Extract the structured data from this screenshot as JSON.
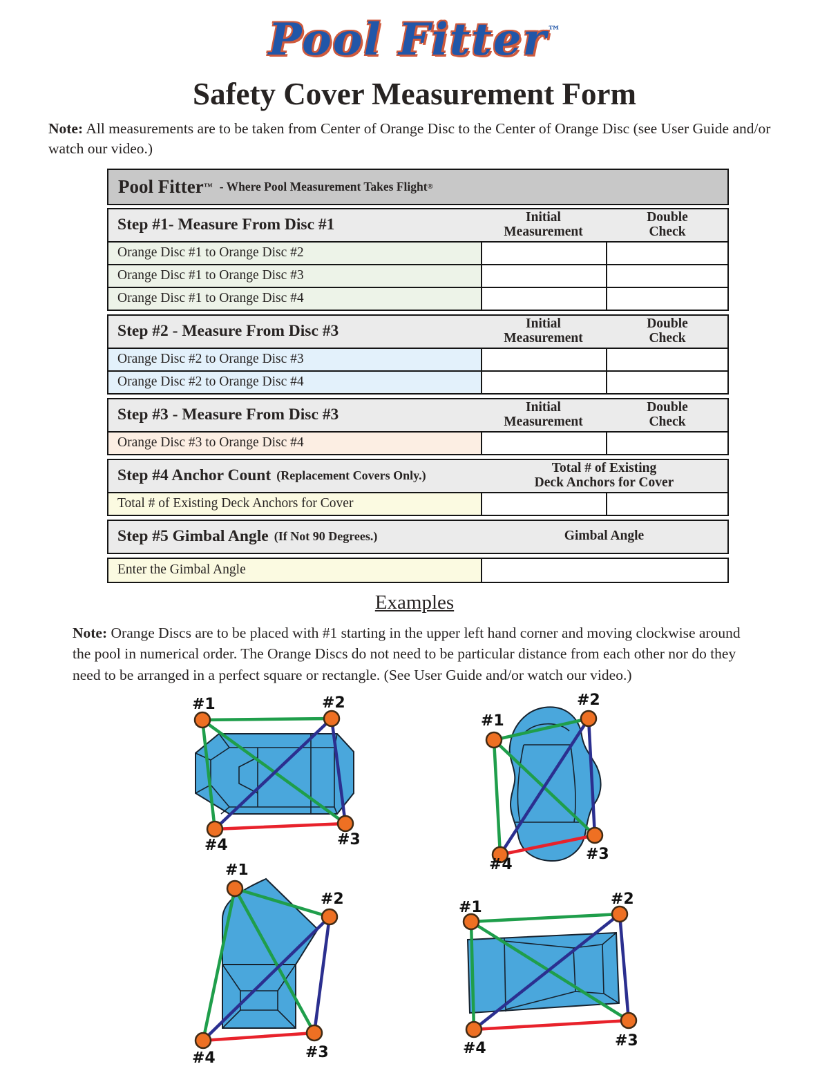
{
  "header": {
    "logo_text": "Pool Fitter",
    "logo_tm": "™",
    "title": "Safety Cover Measurement Form",
    "note_label": "Note:",
    "note_text": " All measurements are to be taken from Center of Orange Disc to the Center of Orange Disc (see User Guide and/or watch our video.)"
  },
  "table": {
    "brand": {
      "name": "Pool Fitter",
      "tm": "™",
      "tagline": "- Where Pool Measurement Takes Flight",
      "reg": "®"
    },
    "sections": [
      {
        "title": "Step #1- Measure From Disc #1",
        "col2": [
          "Initial",
          "Measurement"
        ],
        "col3": [
          "Double",
          "Check"
        ],
        "rows": [
          "Orange Disc #1 to Orange Disc #2",
          "Orange Disc #1 to Orange Disc #3",
          "Orange Disc #1 to Orange Disc #4"
        ]
      },
      {
        "title": "Step #2 - Measure From Disc #3",
        "col2": [
          "Initial",
          "Measurement"
        ],
        "col3": [
          "Double",
          "Check"
        ],
        "rows": [
          "Orange Disc #2 to Orange Disc #3",
          "Orange Disc #2 to Orange Disc #4"
        ]
      },
      {
        "title": "Step #3 - Measure From Disc #3",
        "col2": [
          "Initial",
          "Measurement"
        ],
        "col3": [
          "Double",
          "Check"
        ],
        "rows": [
          "Orange Disc #3 to Orange Disc #4"
        ]
      },
      {
        "title": "Step #4 Anchor Count",
        "paren": "(Replacement Covers Only.)",
        "span": [
          "Total # of Existing",
          "Deck Anchors for Cover"
        ],
        "rows": [
          "Total # of Existing Deck Anchors for Cover"
        ]
      },
      {
        "title": "Step #5 Gimbal Angle",
        "paren": "(If Not 90 Degrees.)",
        "span": [
          "Gimbal Angle"
        ],
        "rows": [
          "Enter the Gimbal Angle"
        ]
      }
    ]
  },
  "examples": {
    "heading": "Examples",
    "note_label": "Note:",
    "note_text": " Orange Discs are to be placed with #1 starting in the upper left hand corner and moving clockwise around the pool in numerical order. The Orange Discs do not need to be particular distance from each other nor do they need to be arranged in a perfect square or rectangle. (See User Guide and/or watch our video.)"
  },
  "diagrams": {
    "figure1": {
      "labels": [
        "#1",
        "#2",
        "#3",
        "#4"
      ]
    },
    "figure2": {
      "labels": [
        "#1",
        "#2",
        "#3",
        "#4"
      ]
    },
    "figure3": {
      "labels": [
        "#1",
        "#2",
        "#3",
        "#4"
      ]
    },
    "figure4": {
      "labels": [
        "#1",
        "#2",
        "#3",
        "#4"
      ]
    }
  },
  "colors": {
    "logo_blue": "#2156a8",
    "logo_outline": "#cf5a3d",
    "title_ink": "#272322",
    "border_ink": "#141414",
    "brand_bar_bg": "#c8c8c8",
    "section_head_bg": "#ebebeb",
    "row_green": "#edf3e8",
    "row_blue": "#e3f1fb",
    "row_peach": "#fceee3",
    "row_yellow": "#fbfae1",
    "line_green": "#1f9e4b",
    "line_navy": "#2b2f8f",
    "line_red": "#e8222b",
    "disc_orange": "#ee7023",
    "disc_outline": "#3f2a15",
    "pool_blue": "#4aa7dc"
  }
}
